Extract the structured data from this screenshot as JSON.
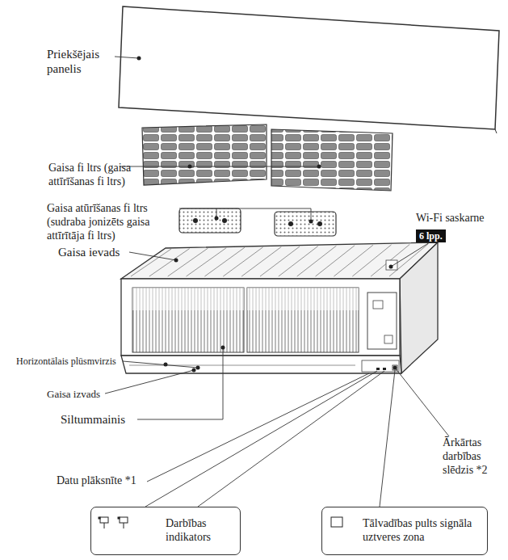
{
  "diagram": {
    "nodes": [
      {
        "text": [
          "6 lpp."
        ]
      },
      {
        "text": [
          "Darbības indikators"
        ]
      },
      {
        "text": [
          "Tālvadības pults signāla uztveres zona"
        ]
      }
    ],
    "labels": [
      "Priekšējais panelis",
      "Gaisa fi ltrs (gaisa attīrīšanas fi ltrs)",
      "Gaisa atūrīšanas fi ltrs (sudraba jonizēts gaisa attīrītāja fi ltrs)",
      "Gaisa ievads",
      "Wi-Fi saskarne",
      "Horizontālais plūsmvirzis",
      "Gaisa izvads",
      "Siltummainis",
      "Ārkārtas darbības slēdzis *2",
      "Datu plāksnīte *1"
    ]
  }
}
